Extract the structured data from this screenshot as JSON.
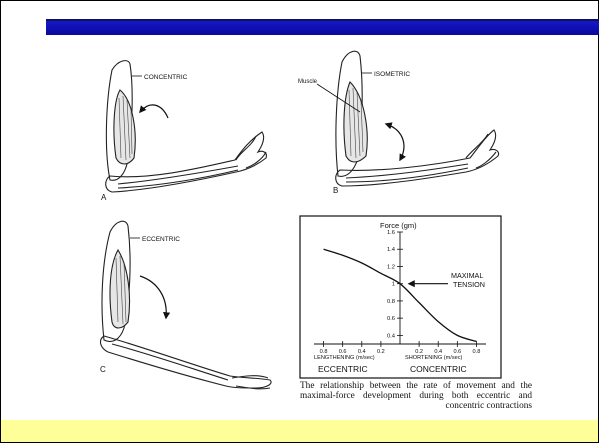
{
  "colors": {
    "title_bar": "#0a0a9a",
    "title_rule": "#101060",
    "bottom_band": "#ffff99",
    "ink": "#111111"
  },
  "panels": {
    "a": {
      "letter": "A",
      "label": "CONCENTRIC"
    },
    "b": {
      "letter": "B",
      "label": "ISOMETRIC",
      "part_label": "Muscle"
    },
    "c": {
      "letter": "C",
      "label": "ECCENTRIC"
    }
  },
  "chart_data": {
    "type": "line",
    "title": "Force (gm)",
    "y_ticks": [
      "1.6",
      "1.4",
      "1.2",
      "1",
      "0.8",
      "0.6",
      "0.4"
    ],
    "ylim": [
      0.3,
      1.6
    ],
    "x_ticks_left": [
      "0.8",
      "0.6",
      "0.4",
      "0.2"
    ],
    "x_ticks_right": [
      "0.2",
      "0.4",
      "0.6",
      "0.8"
    ],
    "xlim": [
      -0.9,
      0.9
    ],
    "xlabel_left": "LENGTHENING (m/sec)",
    "xlabel_right": "SHORTENING (m/sec)",
    "region_left": "ECCENTRIC",
    "region_right": "CONCENTRIC",
    "annotation": "MAXIMAL TENSION",
    "annotation_lines": [
      "MAXIMAL",
      "TENSION"
    ],
    "x": [
      -0.8,
      -0.6,
      -0.4,
      -0.2,
      0,
      0.2,
      0.4,
      0.6,
      0.8
    ],
    "y": [
      1.4,
      1.33,
      1.24,
      1.12,
      1.0,
      0.78,
      0.56,
      0.4,
      0.33
    ]
  },
  "caption": "The relationship between the rate of movement and the maximal-force development during both eccentric and concentric contractions"
}
